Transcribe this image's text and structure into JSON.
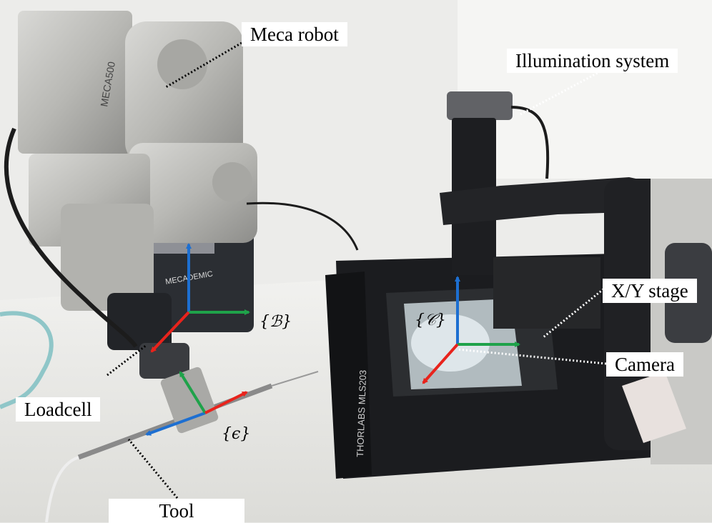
{
  "labels": {
    "meca_robot": "Meca robot",
    "illumination_system": "Illumination system",
    "xy_stage": "X/Y stage",
    "camera": "Camera",
    "loadcell": "Loadcell",
    "tool": "Tool"
  },
  "frames": {
    "base": "{ℬ}",
    "camera": "{𝒞}",
    "tool": "{ϵ}"
  },
  "robot_text": {
    "brand": "MECA500",
    "plate": "MECADEMIC"
  },
  "stage_text": {
    "brand": "THORLABS MLS203"
  },
  "colors": {
    "axis_x": "#e8231c",
    "axis_y": "#1fa24a",
    "axis_z": "#1d6fd1",
    "background": "#e9e9e6"
  }
}
